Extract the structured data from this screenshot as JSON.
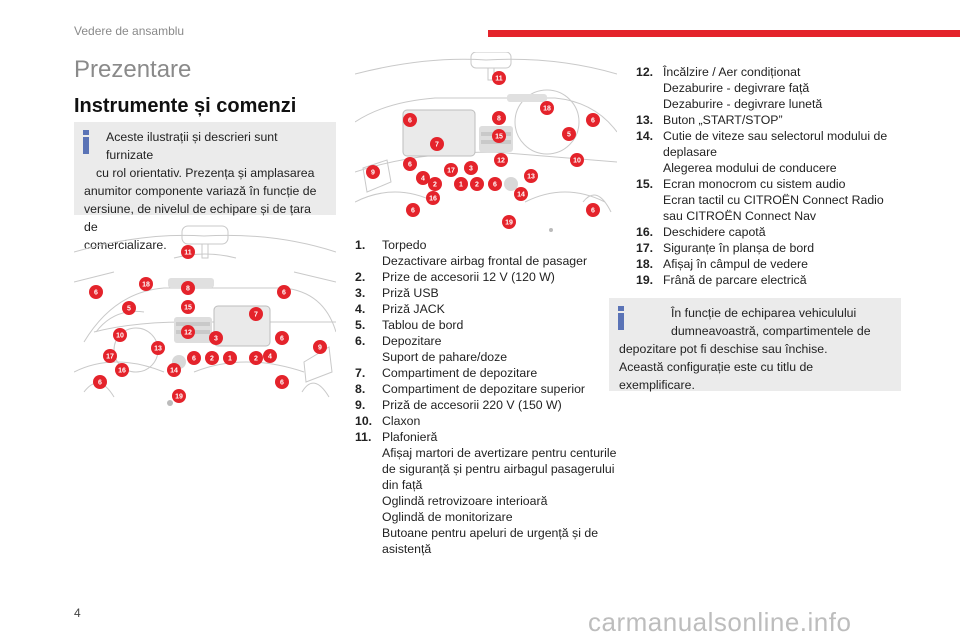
{
  "header": {
    "section": "Vedere de ansamblu"
  },
  "page_title": "Prezentare",
  "section_heading": "Instrumente și comenzi",
  "note_top": {
    "first_line": "Aceste ilustrații și descrieri sunt furnizate",
    "lines": [
      "cu rol orientativ. Prezența și amplasarea",
      "anumitor componente variază în funcție de",
      "versiune, de nivelul de echipare și de țara de",
      "comercializare."
    ]
  },
  "note_bottom": {
    "first_line": "În funcție de echiparea vehiculului",
    "lines": [
      "dumneavoastră, compartimentele de",
      "depozitare pot fi deschise sau închise.",
      "Această configurație este cu titlu de",
      "exemplificare."
    ]
  },
  "items_col1": [
    {
      "num": "1.",
      "lines": [
        "Torpedo",
        "Dezactivare airbag frontal de pasager"
      ]
    },
    {
      "num": "2.",
      "lines": [
        "Prize de accesorii 12 V (120 W)"
      ]
    },
    {
      "num": "3.",
      "lines": [
        "Priză USB"
      ]
    },
    {
      "num": "4.",
      "lines": [
        "Priză JACK"
      ]
    },
    {
      "num": "5.",
      "lines": [
        "Tablou de bord"
      ]
    },
    {
      "num": "6.",
      "lines": [
        "Depozitare",
        "Suport de pahare/doze"
      ]
    },
    {
      "num": "7.",
      "lines": [
        "Compartiment de depozitare"
      ]
    },
    {
      "num": "8.",
      "lines": [
        "Compartiment de depozitare superior"
      ]
    },
    {
      "num": "9.",
      "lines": [
        "Priză de accesorii 220 V (150 W)"
      ]
    },
    {
      "num": "10.",
      "lines": [
        "Claxon"
      ]
    },
    {
      "num": "11.",
      "lines": [
        "Plafonieră",
        "Afișaj martori de avertizare pentru centurile",
        "de siguranță și pentru airbagul pasagerului",
        "din față",
        "Oglindă retrovizoare interioară",
        "Oglindă de monitorizare",
        "Butoane pentru apeluri de urgență și de",
        "asistență"
      ]
    }
  ],
  "items_col2": [
    {
      "num": "12.",
      "lines": [
        "Încălzire / Aer condiționat",
        "Dezaburire - degivrare față",
        "Dezaburire - degivrare lunetă"
      ]
    },
    {
      "num": "13.",
      "lines": [
        "Buton „START/STOP”"
      ]
    },
    {
      "num": "14.",
      "lines": [
        "Cutie de viteze sau selectorul modului de",
        "deplasare",
        "Alegerea modului de conducere"
      ]
    },
    {
      "num": "15.",
      "lines": [
        "Ecran monocrom cu sistem audio",
        "Ecran tactil cu CITROËN Connect Radio",
        "sau CITROËN Connect Nav"
      ]
    },
    {
      "num": "16.",
      "lines": [
        "Deschidere capotă"
      ]
    },
    {
      "num": "17.",
      "lines": [
        "Siguranțe în planșa de bord"
      ]
    },
    {
      "num": "18.",
      "lines": [
        "Afișaj în câmpul de vedere"
      ]
    },
    {
      "num": "19.",
      "lines": [
        "Frână de parcare electrică"
      ]
    }
  ],
  "callouts_left": [
    "11",
    "18",
    "8",
    "6",
    "6",
    "5",
    "15",
    "7",
    "10",
    "12",
    "3",
    "6",
    "13",
    "6",
    "2",
    "1",
    "2",
    "4",
    "9",
    "17",
    "16",
    "14",
    "6",
    "6",
    "19"
  ],
  "callouts_right": [
    "11",
    "8",
    "18",
    "6",
    "6",
    "7",
    "15",
    "5",
    "10",
    "6",
    "17",
    "3",
    "12",
    "4",
    "2",
    "1",
    "2",
    "6",
    "13",
    "9",
    "16",
    "14",
    "6",
    "6",
    "19"
  ],
  "page_number": "4",
  "watermark": "carmanualsonline.info",
  "colors": {
    "accent": "#e4232b",
    "note_bg": "#ebebeb",
    "info_icon": "#5a73b6"
  }
}
